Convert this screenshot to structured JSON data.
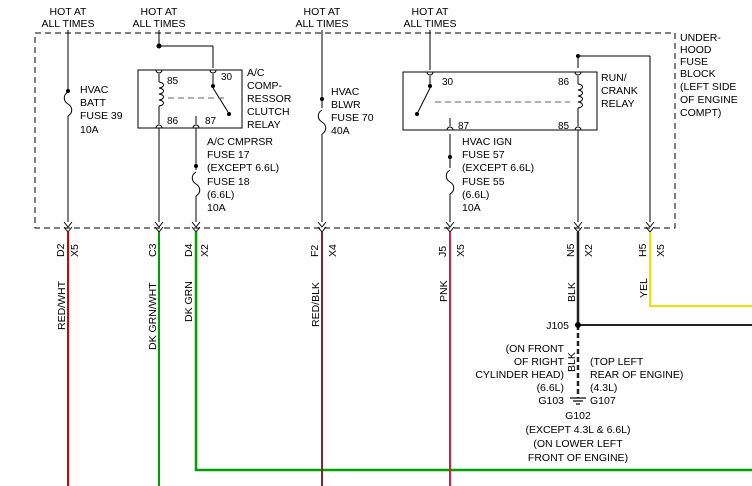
{
  "headers": {
    "hot1": [
      "HOT AT",
      "ALL TIMES"
    ],
    "hot2": [
      "HOT AT",
      "ALL TIMES"
    ],
    "hot3": [
      "HOT AT",
      "ALL TIMES"
    ],
    "hot4": [
      "HOT AT",
      "ALL TIMES"
    ]
  },
  "fuse_block": [
    "UNDER-",
    "HOOD",
    "FUSE",
    "BLOCK",
    "(LEFT SIDE",
    "OF ENGINE",
    "COMPT)"
  ],
  "fuses": {
    "hvac_batt": [
      "HVAC",
      "BATT",
      "FUSE 39",
      "10A"
    ],
    "ac_cmprsr": [
      "A/C CMPRSR",
      "FUSE 17",
      "(EXCEPT 6.6L)",
      "FUSE 18",
      "(6.6L)",
      "10A"
    ],
    "hvac_blwr": [
      "HVAC",
      "BLWR",
      "FUSE 70",
      "40A"
    ],
    "hvac_ign": [
      "HVAC IGN",
      "FUSE 57",
      "(EXCEPT 6.6L)",
      "FUSE 55",
      "(6.6L)",
      "10A"
    ]
  },
  "relays": {
    "ac_relay": {
      "label": [
        "A/C",
        "COMP-",
        "RESSOR",
        "CLUTCH",
        "RELAY"
      ],
      "pins": {
        "p85": "85",
        "p86": "86",
        "p30": "30",
        "p87": "87"
      }
    },
    "run_relay": {
      "label": [
        "RUN/",
        "CRANK",
        "RELAY"
      ],
      "pins": {
        "p30": "30",
        "p87": "87",
        "p86": "86",
        "p85": "85"
      }
    }
  },
  "connectors": [
    {
      "pin": "D2",
      "conn": "X5",
      "wire": "RED/WHT"
    },
    {
      "pin": "C3",
      "conn": "",
      "wire": "DK GRN/WHT"
    },
    {
      "pin": "D4",
      "conn": "X2",
      "wire": "DK GRN"
    },
    {
      "pin": "F2",
      "conn": "X4",
      "wire": "RED/BLK"
    },
    {
      "pin": "J5",
      "conn": "X5",
      "wire": "PNK"
    },
    {
      "pin": "N5",
      "conn": "X2",
      "wire": "BLK"
    },
    {
      "pin": "H5",
      "conn": "X5",
      "wire": "YEL"
    }
  ],
  "ground": {
    "splice": "J105",
    "wire2": "BLK",
    "left_desc": [
      "(ON FRONT",
      "OF RIGHT",
      "CYLINDER HEAD)",
      "(6.6L)",
      "G103"
    ],
    "right_desc": [
      "(TOP LEFT",
      "REAR OF ENGINE)",
      "(4.3L)",
      "G107"
    ],
    "bottom_desc": [
      "G102",
      "(EXCEPT 4.3L & 6.6L)",
      "(ON LOWER LEFT",
      "FRONT OF ENGINE)"
    ]
  },
  "colors": {
    "red_wht": "#d40000",
    "dk_grn_wht": "#00a000",
    "dk_grn": "#00a000",
    "red_blk": "#7a2a2a",
    "pnk": "#d42040",
    "blk": "#222222",
    "yel": "#f0e000"
  }
}
